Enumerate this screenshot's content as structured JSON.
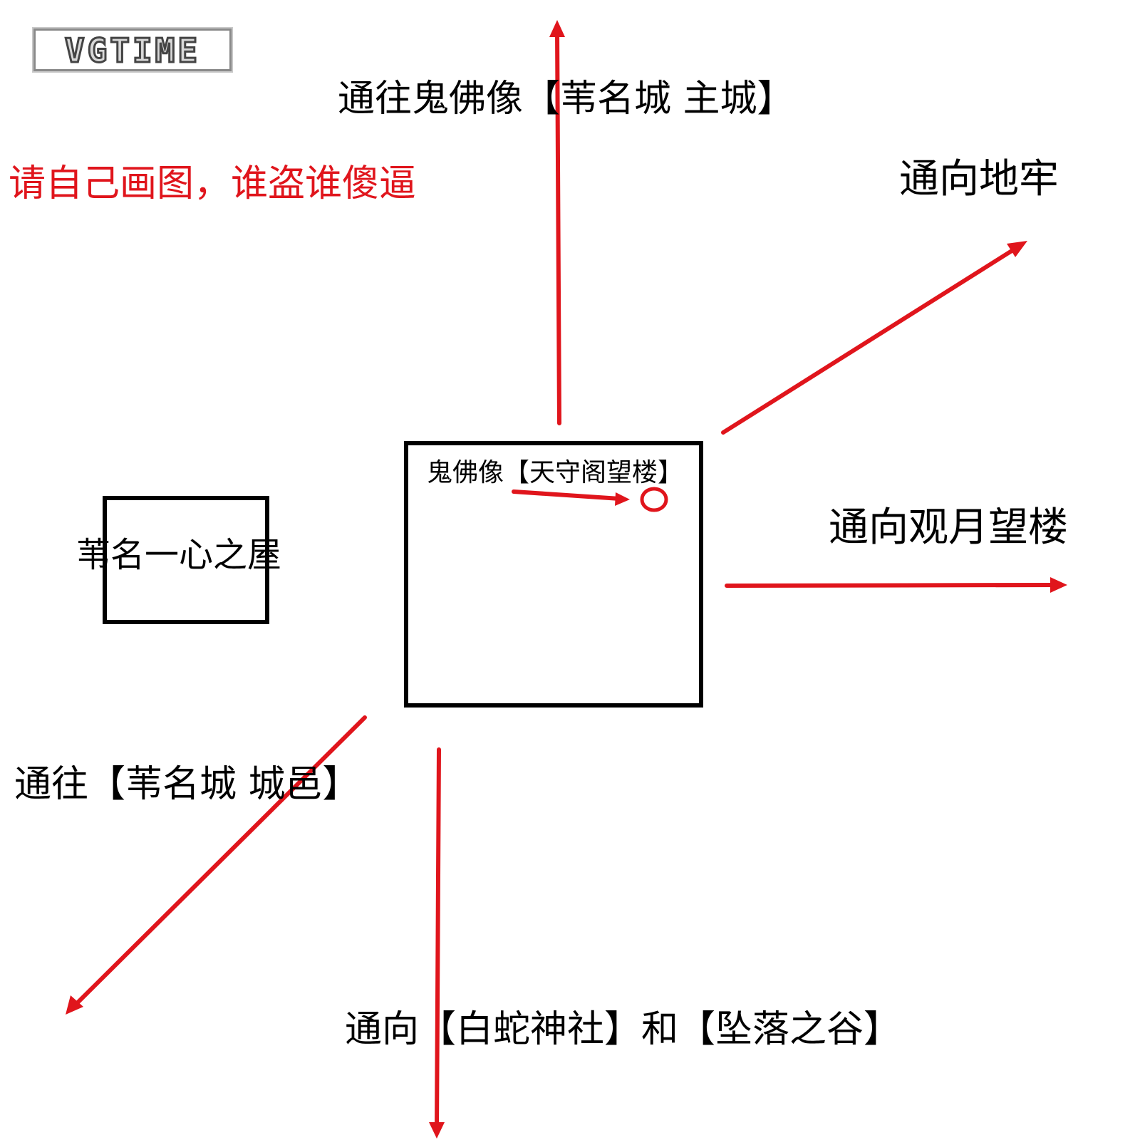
{
  "logo": {
    "text": "VGTIME"
  },
  "warning": {
    "text": "请自己画图，谁盗谁傻逼",
    "color": "#e0151c"
  },
  "labels": {
    "north": "通往鬼佛像【苇名城 主城】",
    "northeast": "通向地牢",
    "east": "通向观月望楼",
    "southwest": "通往【苇名城 城邑】",
    "south": "通向【白蛇神社】和【坠落之谷】",
    "house": "苇名一心之屋",
    "statue": "鬼佛像【天守阁望楼】"
  },
  "colors": {
    "arrow": "#e0151c",
    "box": "#000000",
    "background": "#ffffff"
  }
}
